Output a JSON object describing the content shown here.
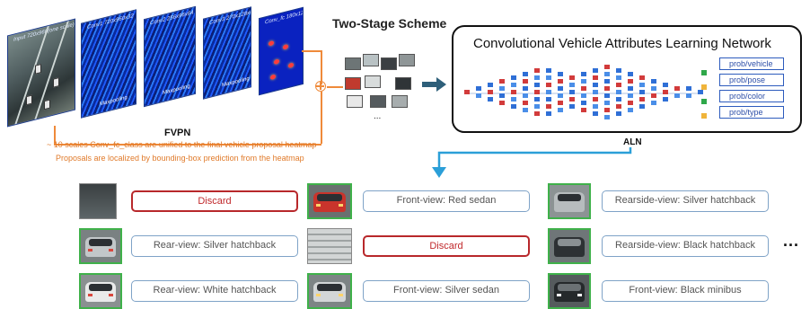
{
  "scheme_title": "Two-Stage Scheme",
  "fvpn": {
    "title": "FVPN",
    "layers": [
      {
        "label": "Input 720x960(one scale)"
      },
      {
        "label": "Conv1 720x960x32",
        "bottom_label": "Maxpooling"
      },
      {
        "label": "Conv2 256x96x64",
        "bottom_label": "Maxpooling"
      },
      {
        "label": "Conv3 270x128x64",
        "bottom_label": "Maxpooling"
      },
      {
        "label": "Conv_fc 180x128"
      }
    ],
    "note1": "~ 10 scales Conv_fc_class are unified to the final vehicle proposal heatmap",
    "note2": "Proposals are localized by bounding-box prediction from the heatmap"
  },
  "proposals": {
    "ellipsis": "..."
  },
  "aln": {
    "title": "Convolutional Vehicle Attributes Learning Network",
    "label": "ALN",
    "outputs": [
      "prob/vehicle",
      "prob/pose",
      "prob/color",
      "prob/type"
    ]
  },
  "results": {
    "rows": [
      [
        "Discard",
        "Front-view: Red sedan",
        "Rearside-view: Silver hatchback"
      ],
      [
        "Rear-view: Silver hatchback",
        "Discard",
        "Rearside-view: Black hatchback"
      ],
      [
        "Rear-view: White hatchback",
        "Front-view: Silver sedan",
        "Front-view: Black  minibus"
      ]
    ],
    "more": "..."
  },
  "colors": {
    "accent_orange": "#ef8a3a",
    "arrow_teal": "#2b9fd8",
    "discard_red": "#b8282b",
    "pill_blue": "#7fa3c7",
    "thumb_green": "#3fb14a"
  }
}
